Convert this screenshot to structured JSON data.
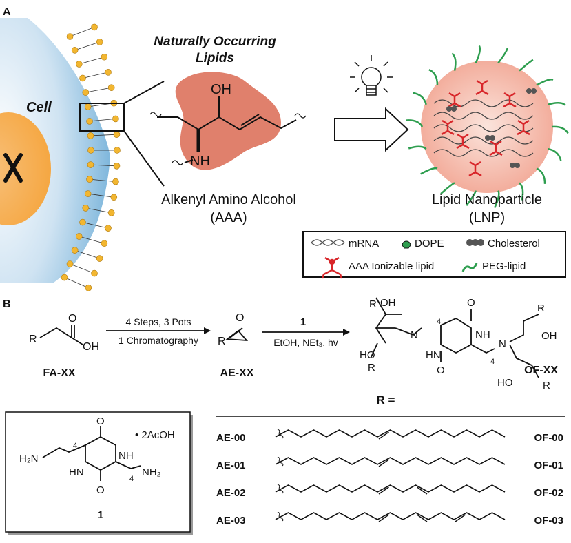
{
  "panel_a": {
    "label": "A",
    "cell_label": "Cell",
    "lipids_title_line1": "Naturally Occurring",
    "lipids_title_line2": "Lipids",
    "oh": "OH",
    "nh": "NH",
    "aaa_name": "Alkenyl Amino Alcohol",
    "aaa_abbr": "(AAA)",
    "lnp_name": "Lipid Nanoparticle",
    "lnp_abbr": "(LNP)",
    "legend": {
      "mrna": "mRNA",
      "dope": "DOPE",
      "cholesterol": "Cholesterol",
      "aaa_lipid": "AAA Ionizable lipid",
      "peg_lipid": "PEG-lipid"
    },
    "colors": {
      "membrane_blue": "#7fb7dc",
      "lipid_head": "#f2b630",
      "nucleus": "#f5a742",
      "aaa_blob": "#e0806c",
      "lnp_core": "#f4b3a4",
      "aaa_red": "#d8262a",
      "peg_green": "#2e9e4f",
      "chol_grey": "#555555"
    }
  },
  "panel_b": {
    "label": "B",
    "r_label": "R",
    "o_label": "O",
    "oh_label": "OH",
    "fa_label": "FA-XX",
    "step1_top": "4 Steps, 3 Pots",
    "step1_bottom": "1 Chromatography",
    "ae_label": "AE-XX",
    "step2_top": "1",
    "step2_bottom": "EtOH, NEt₃, hv",
    "of_label": "OF-XX",
    "r_equals": "R =",
    "n_label": "N",
    "nh_label": "NH",
    "hn_label": "HN",
    "ho_label": "HO",
    "sub4": "4",
    "compound1": {
      "salt": "• 2AcOH",
      "h2n": "H₂N",
      "nh2": "NH₂",
      "number": "1"
    },
    "rows": [
      {
        "left": "AE-00",
        "right": "OF-00"
      },
      {
        "left": "AE-01",
        "right": "OF-01"
      },
      {
        "left": "AE-02",
        "right": "OF-02"
      },
      {
        "left": "AE-03",
        "right": "OF-03"
      }
    ]
  }
}
